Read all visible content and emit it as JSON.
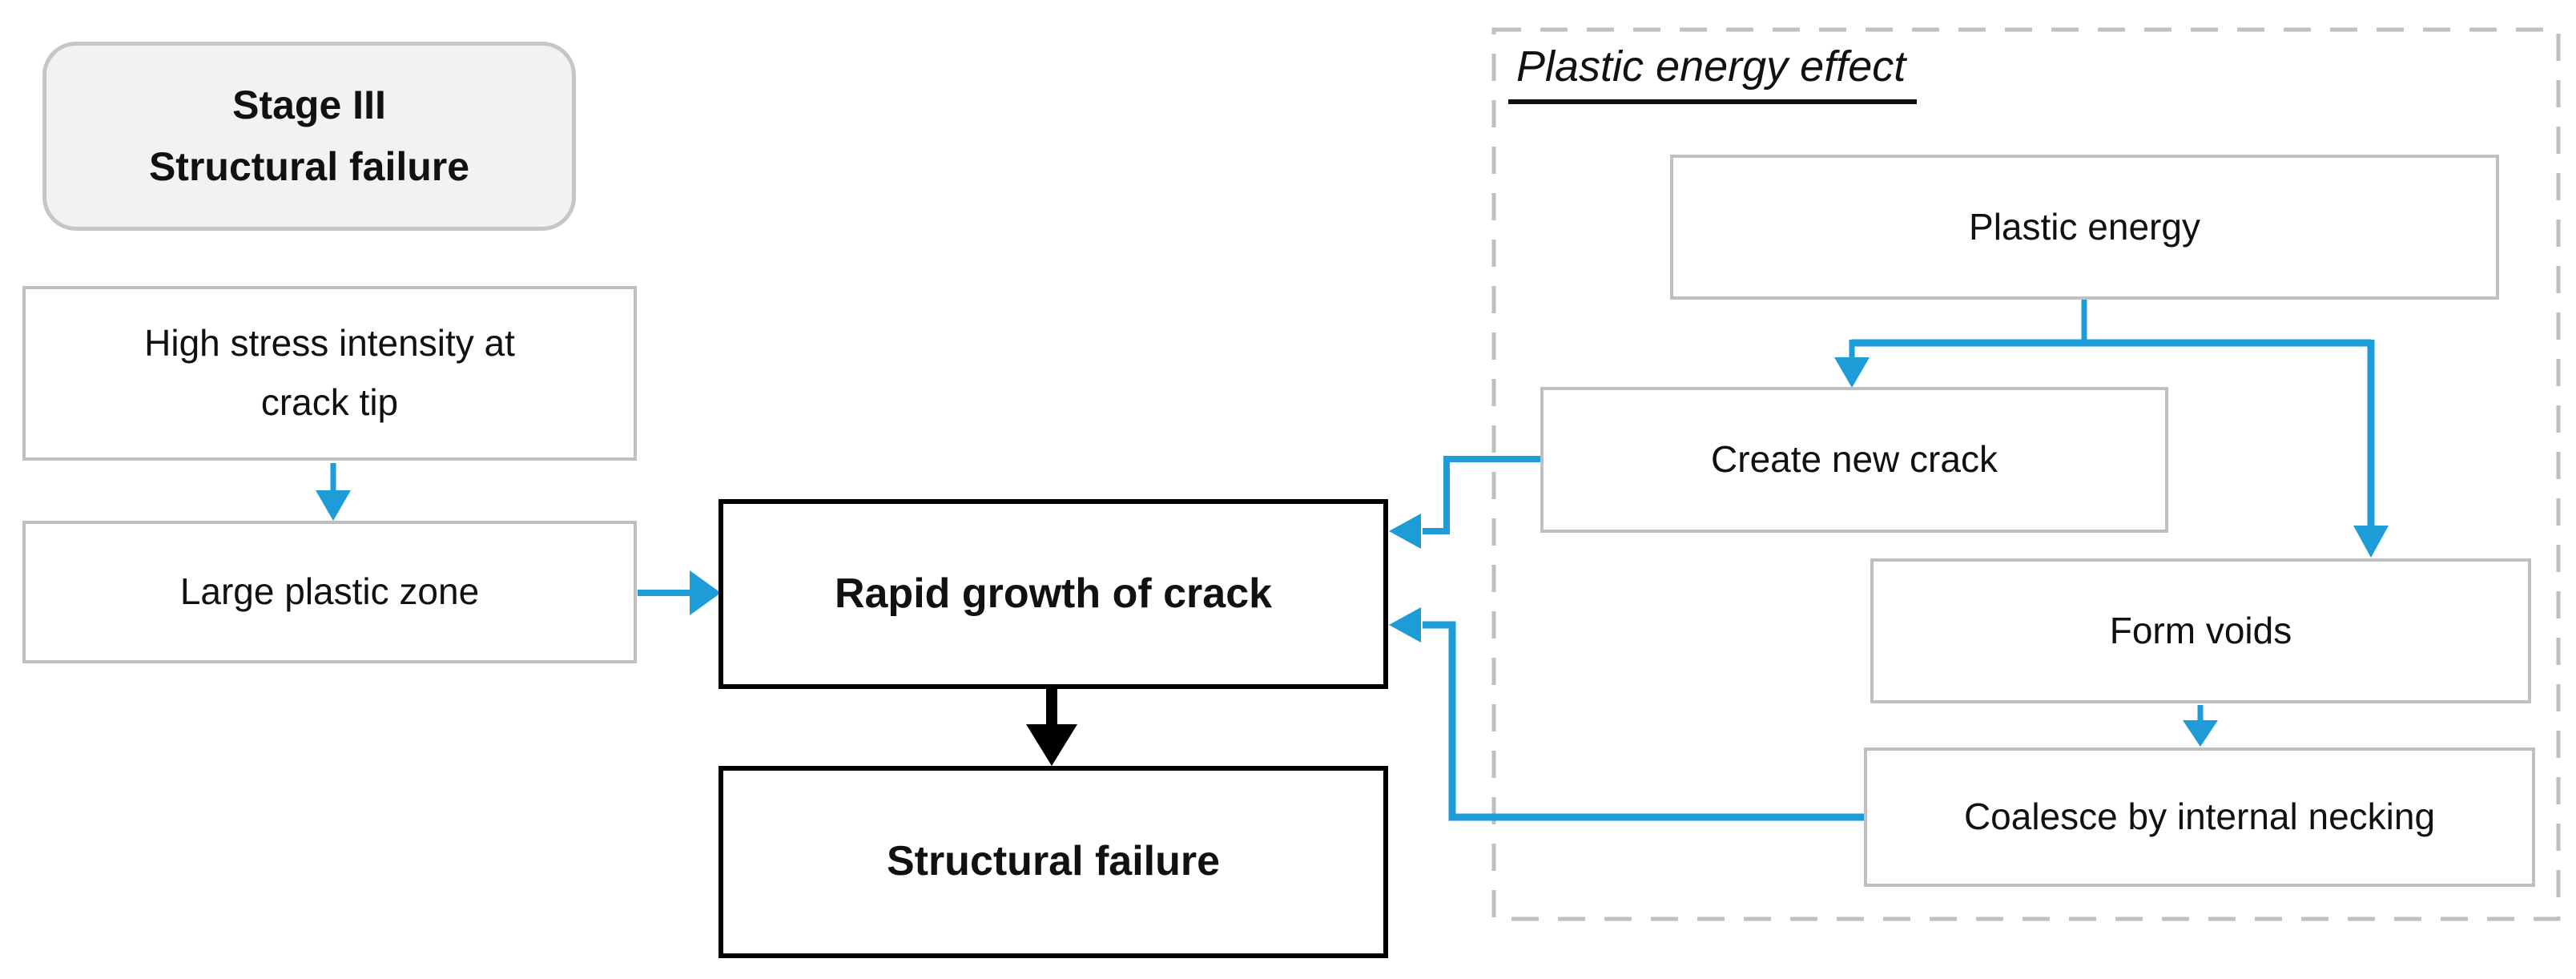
{
  "palette": {
    "accent_blue": "#1E9CD8",
    "box_border_gray": "#BFBFBF",
    "stage_fill": "#F2F2F2",
    "text_black": "#111111"
  },
  "diagram": {
    "stage_badge": {
      "label": "Stage III\nStructural failure"
    },
    "left_flow": {
      "high_stress": "High stress intensity at\ncrack tip",
      "large_plastic": "Large plastic zone",
      "rapid_growth": "Rapid growth of crack",
      "structural_failure": "Structural failure"
    },
    "plastic_group": {
      "title": "Plastic energy effect",
      "plastic_energy": "Plastic energy",
      "create_new_crack": "Create new crack",
      "form_voids": "Form voids",
      "coalesce": "Coalesce by internal necking"
    }
  }
}
